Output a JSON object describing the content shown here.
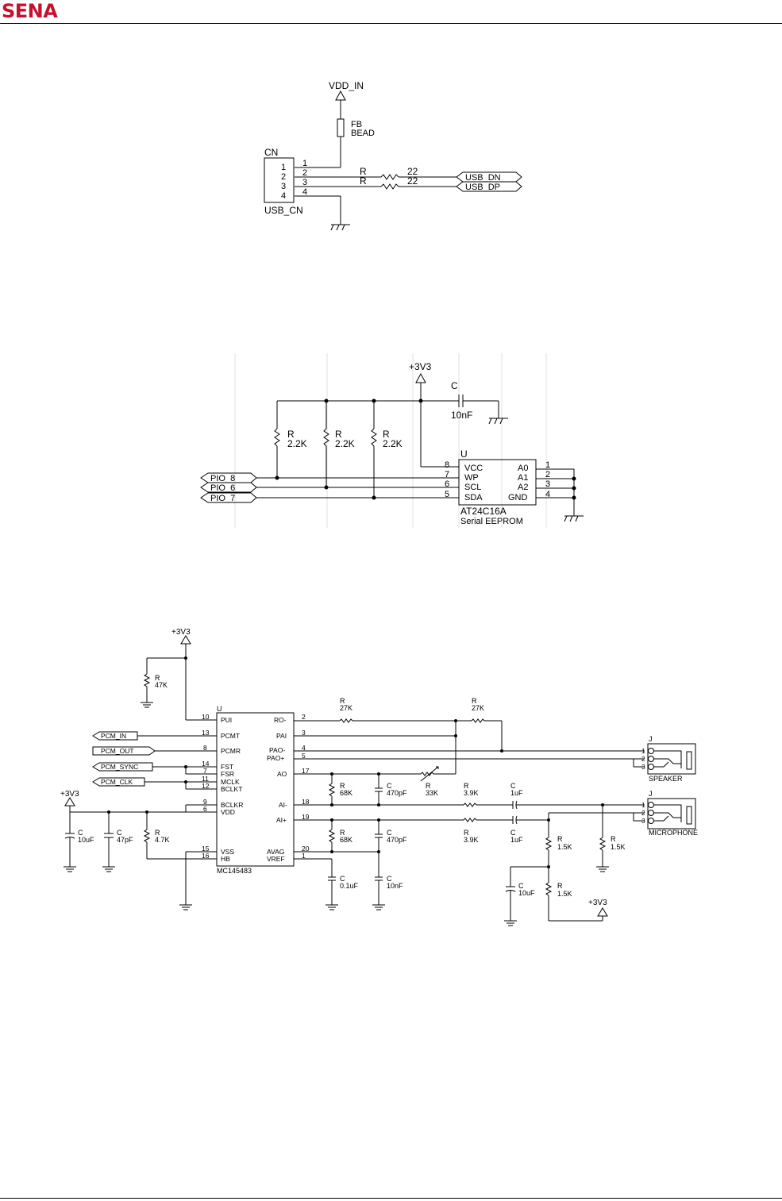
{
  "header": {
    "logo": "SENA",
    "logo_color": "#c8102e"
  },
  "usb": {
    "vdd_in": "VDD_IN",
    "fb_ref": "FB",
    "fb_value": "BEAD",
    "cn_ref": "CN",
    "cn_name": "USB_CN",
    "pins": [
      "1",
      "2",
      "3",
      "4"
    ],
    "r_ref": "R",
    "r_value": "22",
    "net_dn": "USB_DN",
    "net_dp": "USB_DP"
  },
  "eeprom": {
    "supply": "+3V3",
    "cap_ref": "C",
    "cap_value": "10nF",
    "r_ref": "R",
    "r_value": "2.2K",
    "u_ref": "U",
    "part": "AT24C16A",
    "desc": "Serial EEPROM",
    "left_pins": [
      {
        "num": "8",
        "name": "VCC"
      },
      {
        "num": "7",
        "name": "WP"
      },
      {
        "num": "6",
        "name": "SCL"
      },
      {
        "num": "5",
        "name": "SDA"
      }
    ],
    "right_pins": [
      {
        "num": "1",
        "name": "A0"
      },
      {
        "num": "2",
        "name": "A1"
      },
      {
        "num": "3",
        "name": "A2"
      },
      {
        "num": "4",
        "name": "GND"
      }
    ],
    "nets": [
      "PIO_8",
      "PIO_6",
      "PIO_7"
    ]
  },
  "codec": {
    "supply": "+3V3",
    "u_ref": "U",
    "part": "MC145483",
    "left_pins": [
      {
        "num": "10",
        "name": "PUI"
      },
      {
        "num": "13",
        "name": "PCMT"
      },
      {
        "num": "8",
        "name": "PCMR"
      },
      {
        "num": "14",
        "name": "FST"
      },
      {
        "num": "7",
        "name": "FSR"
      },
      {
        "num": "11",
        "name": "MCLK"
      },
      {
        "num": "12",
        "name": "BCLKT"
      },
      {
        "num": "9",
        "name": "BCLKR"
      },
      {
        "num": "6",
        "name": "VDD"
      },
      {
        "num": "15",
        "name": "VSS"
      },
      {
        "num": "16",
        "name": "HB"
      }
    ],
    "right_pins": [
      {
        "num": "2",
        "name": "RO-"
      },
      {
        "num": "3",
        "name": "PAI"
      },
      {
        "num": "4",
        "name": "PAO-"
      },
      {
        "num": "5",
        "name": "PAO+"
      },
      {
        "num": "17",
        "name": "AO"
      },
      {
        "num": "18",
        "name": "AI-"
      },
      {
        "num": "19",
        "name": "AI+"
      },
      {
        "num": "20",
        "name": "AVAG"
      },
      {
        "num": "1",
        "name": "VREF"
      }
    ],
    "nets": [
      "PCM_IN",
      "PCM_OUT",
      "PCM_SYNC",
      "PCM_CLK"
    ],
    "r_ref": "R",
    "c_ref": "C",
    "j_ref": "J",
    "values": {
      "r47k": "47K",
      "r27k": "27K",
      "r68k": "68K",
      "r33k": "33K",
      "r39k": "3.9K",
      "r47": "4.7K",
      "r15k": "1.5K",
      "c470pf": "470pF",
      "c1uf": "1uF",
      "c10uf": "10uF",
      "c47pf": "47pF",
      "c01uf": "0.1uF",
      "c10nf": "10nF"
    },
    "jack_pins": [
      "1",
      "2",
      "3"
    ],
    "speaker": "SPEAKER",
    "microphone": "MICROPHONE"
  }
}
